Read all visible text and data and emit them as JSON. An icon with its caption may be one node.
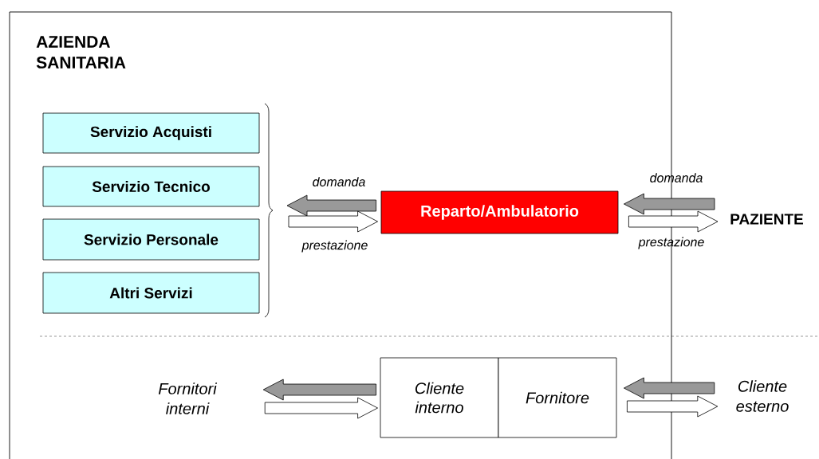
{
  "diagram": {
    "nodes": [
      {
        "text": [
          "AZIENDA SANITARIA"
        ]
      },
      {
        "text": [
          "Servizio Acquisti"
        ],
        "in": 0
      },
      {
        "text": [
          "Servizio Tecnico"
        ],
        "in": 0
      },
      {
        "text": [
          "Servizio Personale"
        ],
        "in": 0
      },
      {
        "text": [
          "Altri Servizi"
        ],
        "in": 0
      },
      {
        "text": [
          "Reparto/Ambulatorio"
        ],
        "in": 0
      },
      {
        "text": [
          "PAZIENTE"
        ]
      },
      {
        "text": [
          "Fornitori interni"
        ],
        "in": 0
      },
      {
        "text": [
          "Cliente interno"
        ],
        "in": 0
      },
      {
        "text": [
          "Fornitore"
        ],
        "in": 0
      },
      {
        "text": [
          "Cliente esterno"
        ]
      }
    ],
    "edges": [
      {
        "from": 5,
        "to": null,
        "arrow": "to",
        "label": "domanda",
        "color": "#999999"
      },
      {
        "from": null,
        "to": 5,
        "arrow": "to",
        "label": "prestazione"
      },
      {
        "from": 6,
        "to": 5,
        "arrow": "to",
        "label": "domanda",
        "color": "#999999"
      },
      {
        "from": 5,
        "to": 6,
        "arrow": "to",
        "label": "prestazione"
      },
      {
        "from": 8,
        "to": 7,
        "arrow": "to",
        "color": "#999999"
      },
      {
        "from": 7,
        "to": 8,
        "arrow": "to"
      },
      {
        "from": 10,
        "to": 9,
        "arrow": "to",
        "color": "#999999"
      },
      {
        "from": 9,
        "to": 10,
        "arrow": "to"
      }
    ]
  }
}
